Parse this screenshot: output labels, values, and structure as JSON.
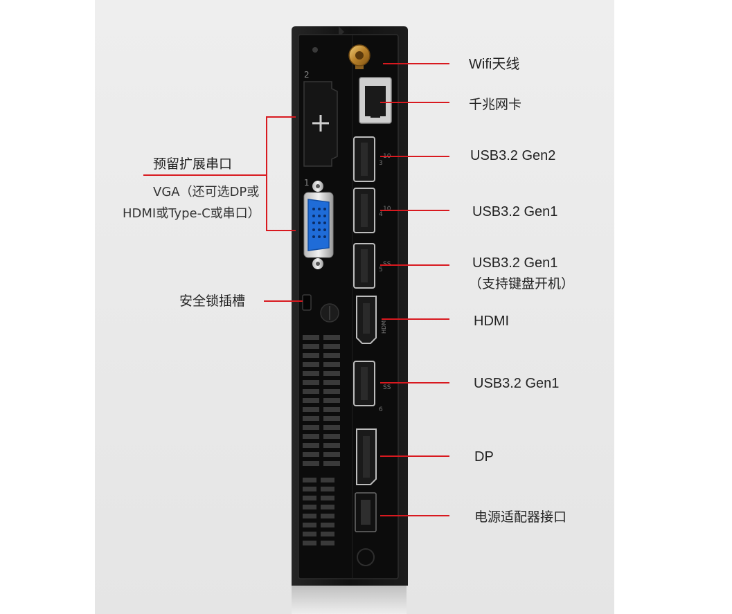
{
  "colors": {
    "leader_line": "#d8191f",
    "chassis": "#141414",
    "panel": "#0c0c0c",
    "vga_blue": "#1f6cd8",
    "antenna_gold": "#c9962f",
    "background": "#eaeaea"
  },
  "labels": {
    "wifi": "Wifi天线",
    "lan": "千兆网卡",
    "usb_gen2": "USB3.2 Gen2",
    "usb_gen1_a": "USB3.2 Gen1",
    "usb_gen1_b": "USB3.2 Gen1",
    "usb_gen1_b_note": "（支持键盘开机）",
    "hdmi": "HDMI",
    "usb_gen1_c": "USB3.2 Gen1",
    "dp": "DP",
    "power": "电源适配器接口",
    "expansion_title": "预留扩展串口",
    "expansion_line1": "VGA（还可选DP或",
    "expansion_line2": "HDMI或Type-C或串口）",
    "lock": "安全锁插槽"
  },
  "chassis_marks": {
    "slot_2": "2",
    "slot_1": "1",
    "usb_port_3": "3",
    "usb_port_4": "4",
    "usb_port_5": "5",
    "usb_port_6": "6",
    "hdmi_logo": "HDMI",
    "usb_10": "10",
    "ss": "SS"
  },
  "icons": [
    "antenna-icon",
    "ethernet-port-icon",
    "usb-port-icon",
    "vga-port-icon",
    "hdmi-port-icon",
    "displayport-icon",
    "power-jack-icon",
    "lock-slot-icon"
  ]
}
